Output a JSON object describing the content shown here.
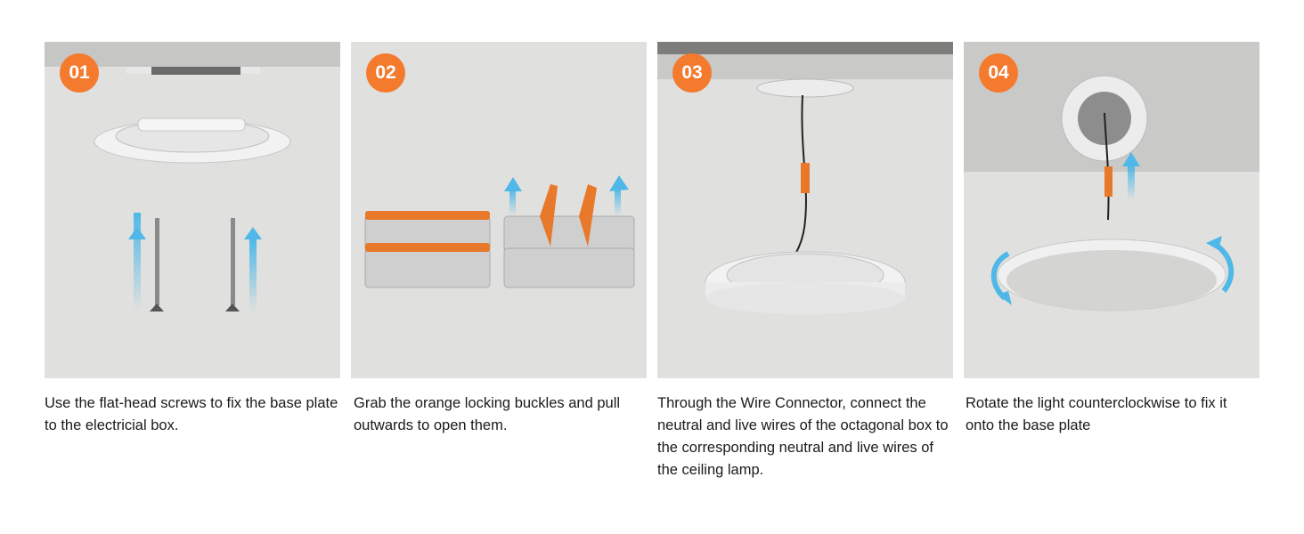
{
  "steps": [
    {
      "number": "01",
      "text": "Use the flat-head screws to fix the base plate to the electricial box."
    },
    {
      "number": "02",
      "text": "Grab the orange locking buckles and pull outwards to open them."
    },
    {
      "number": "03",
      "text": "Through the Wire Connector, connect the neutral and live wires of the octagonal box to the corresponding neutral and live wires of the ceiling lamp."
    },
    {
      "number": "04",
      "text": "Rotate the light counterclockwise to fix it onto the base plate"
    }
  ],
  "colors": {
    "badge": "#f47a2e",
    "arrow": "#4fb8e8",
    "connector": "#e8782a"
  }
}
